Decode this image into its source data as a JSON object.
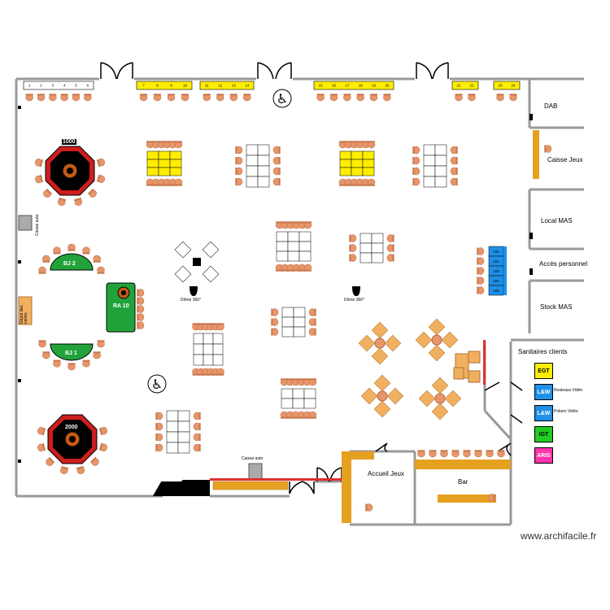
{
  "rooms": {
    "dab": "DAB",
    "caisse_jeux": "Caisse Jeux",
    "local_mas": "Local MAS",
    "acces_personnel": "Accès personnel",
    "stock_mas": "Stock MAS",
    "sanitaires": "Sanitaires clients",
    "accueil_jeux": "Accueil Jeux",
    "bar": "Bar"
  },
  "labels": {
    "caisse_auto_left": "Caisse auto",
    "caisse_auto_bottom": "Caisse auto",
    "depot_cartes": "Dépot des cartes",
    "dome_left": "Dôme 360°",
    "dome_right": "Dôme 360°",
    "watermark": "www.archifacile.fr"
  },
  "tables": {
    "bj2": "BJ 2",
    "bj1": "BJ 1",
    "ra10": "RA 10",
    "roulette_top": "1000",
    "roulette_bottom": "2000"
  },
  "legend": [
    {
      "code": "EGT",
      "text": "",
      "color": "#ffee00"
    },
    {
      "code": "L&W",
      "text": "Rouleaux Vidéo",
      "color": "#1e90e8"
    },
    {
      "code": "L&W",
      "text": "Pokers Vidéo",
      "color": "#1e90e8"
    },
    {
      "code": "IGT",
      "text": "",
      "color": "#22cc22"
    },
    {
      "code": "ARIS",
      "text": "",
      "color": "#ff33aa"
    }
  ],
  "machine_numbers": {
    "top_white": [
      "1",
      "2",
      "3",
      "4",
      "5",
      "6"
    ],
    "top_yellow_a": [
      "7",
      "8",
      "9",
      "10"
    ],
    "top_yellow_b": [
      "11",
      "12",
      "13",
      "14"
    ],
    "top_yellow_c": [
      "15",
      "16",
      "17",
      "18",
      "19",
      "20"
    ],
    "top_yellow_d": [
      "21",
      "22"
    ],
    "top_yellow_e": [
      "23",
      "24"
    ],
    "right_blue": [
      "101",
      "102",
      "103",
      "104",
      "105"
    ]
  },
  "colors": {
    "wall": "#999999",
    "chair": "#e8956a",
    "yellow_machine": "#ffee00",
    "blue_machine": "#1e90e8",
    "green_table": "#22a33a",
    "bar_counter": "#e6a020",
    "round_table": "#f0b060"
  }
}
